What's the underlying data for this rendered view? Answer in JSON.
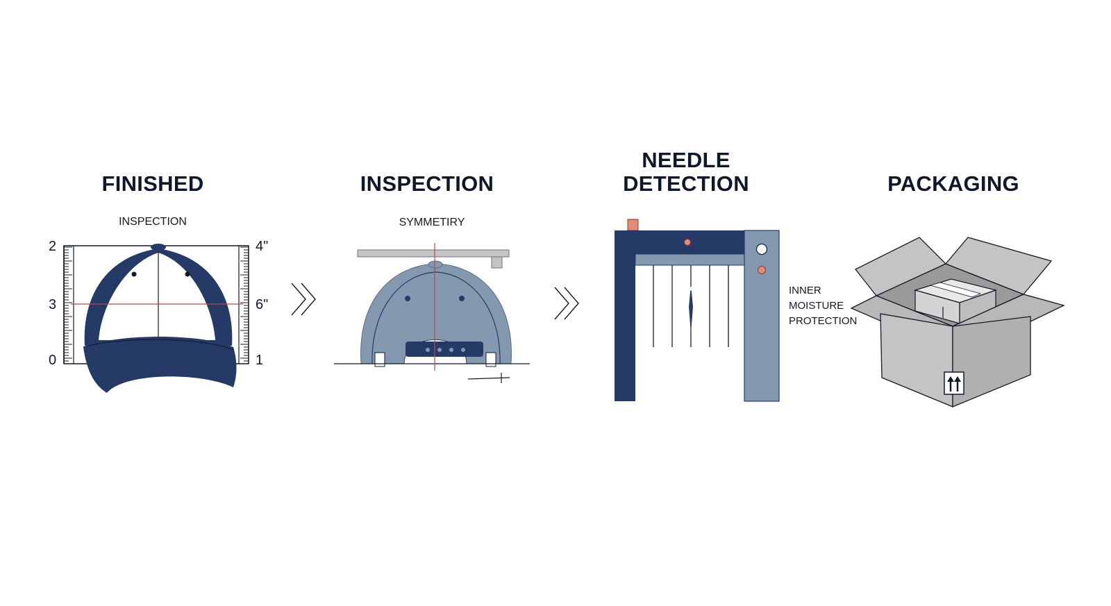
{
  "steps": [
    {
      "title": "FINISHED",
      "subtitle": "INSPECTION",
      "icon": "measured-cap-icon",
      "scale_left": [
        "2",
        "3",
        "0"
      ],
      "scale_right": [
        "4\"",
        "6\"",
        "1"
      ]
    },
    {
      "title": "INSPECTION",
      "subtitle": "SYMMETIRY",
      "icon": "cap-symmetry-icon"
    },
    {
      "title_line1": "NEEDLE",
      "title_line2": "DETECTION",
      "icon": "metal-detector-gate-icon"
    },
    {
      "title": "PACKAGING",
      "icon": "open-box-icon",
      "note": [
        "INNER",
        "MOISTURE",
        "PROTECTION"
      ]
    }
  ],
  "connectors": [
    "double-chevron-icon",
    "double-chevron-icon"
  ],
  "colors": {
    "navy": "#263a68",
    "slate": "#8499b0",
    "grey": "#c4c4c4",
    "red": "#b54a4a",
    "accent": "#e38a78"
  }
}
